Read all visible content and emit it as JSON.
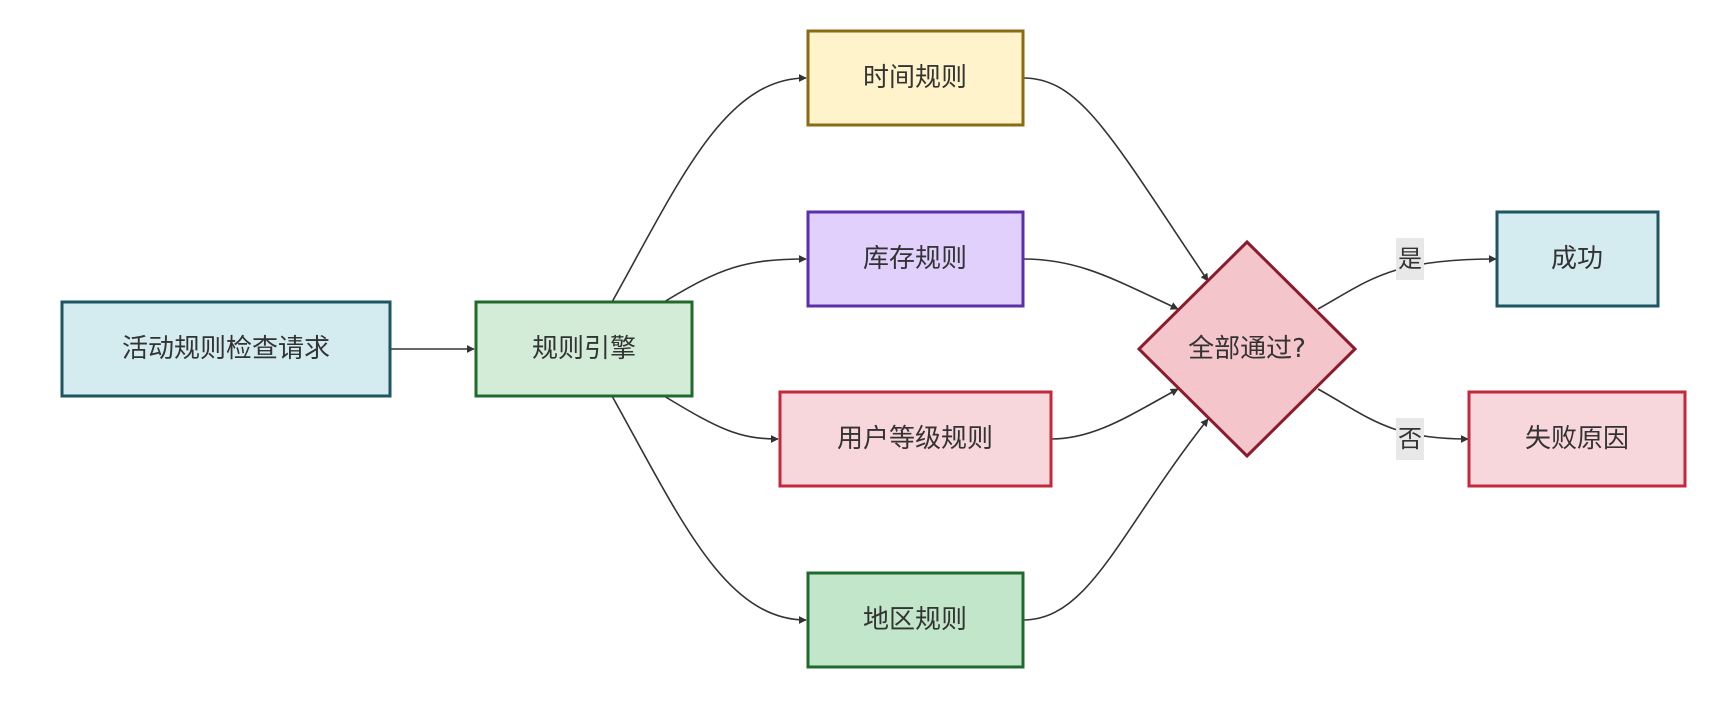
{
  "nodes": {
    "request": {
      "label": "活动规则检查请求",
      "fill": "#d4ecf0",
      "stroke": "#1d5560"
    },
    "engine": {
      "label": "规则引擎",
      "fill": "#d3ecd8",
      "stroke": "#1f6b2e"
    },
    "time_rule": {
      "label": "时间规则",
      "fill": "#fff3cc",
      "stroke": "#8a6a12"
    },
    "stock_rule": {
      "label": "库存规则",
      "fill": "#e1d0fb",
      "stroke": "#5b2fa8"
    },
    "level_rule": {
      "label": "用户等级规则",
      "fill": "#f8d7dc",
      "stroke": "#c4283c"
    },
    "region_rule": {
      "label": "地区规则",
      "fill": "#c2e6c9",
      "stroke": "#1f6b2e"
    },
    "decision": {
      "label": "全部通过?",
      "fill": "#f5c5cc",
      "stroke": "#8a1c2c"
    },
    "success": {
      "label": "成功",
      "fill": "#d4ecf0",
      "stroke": "#1d5560"
    },
    "failure": {
      "label": "失败原因",
      "fill": "#f8d7dc",
      "stroke": "#c4283c"
    }
  },
  "edge_labels": {
    "yes": "是",
    "no": "否"
  },
  "colors": {
    "edge": "#333333",
    "edge_label_bg": "#e8e8e8"
  }
}
